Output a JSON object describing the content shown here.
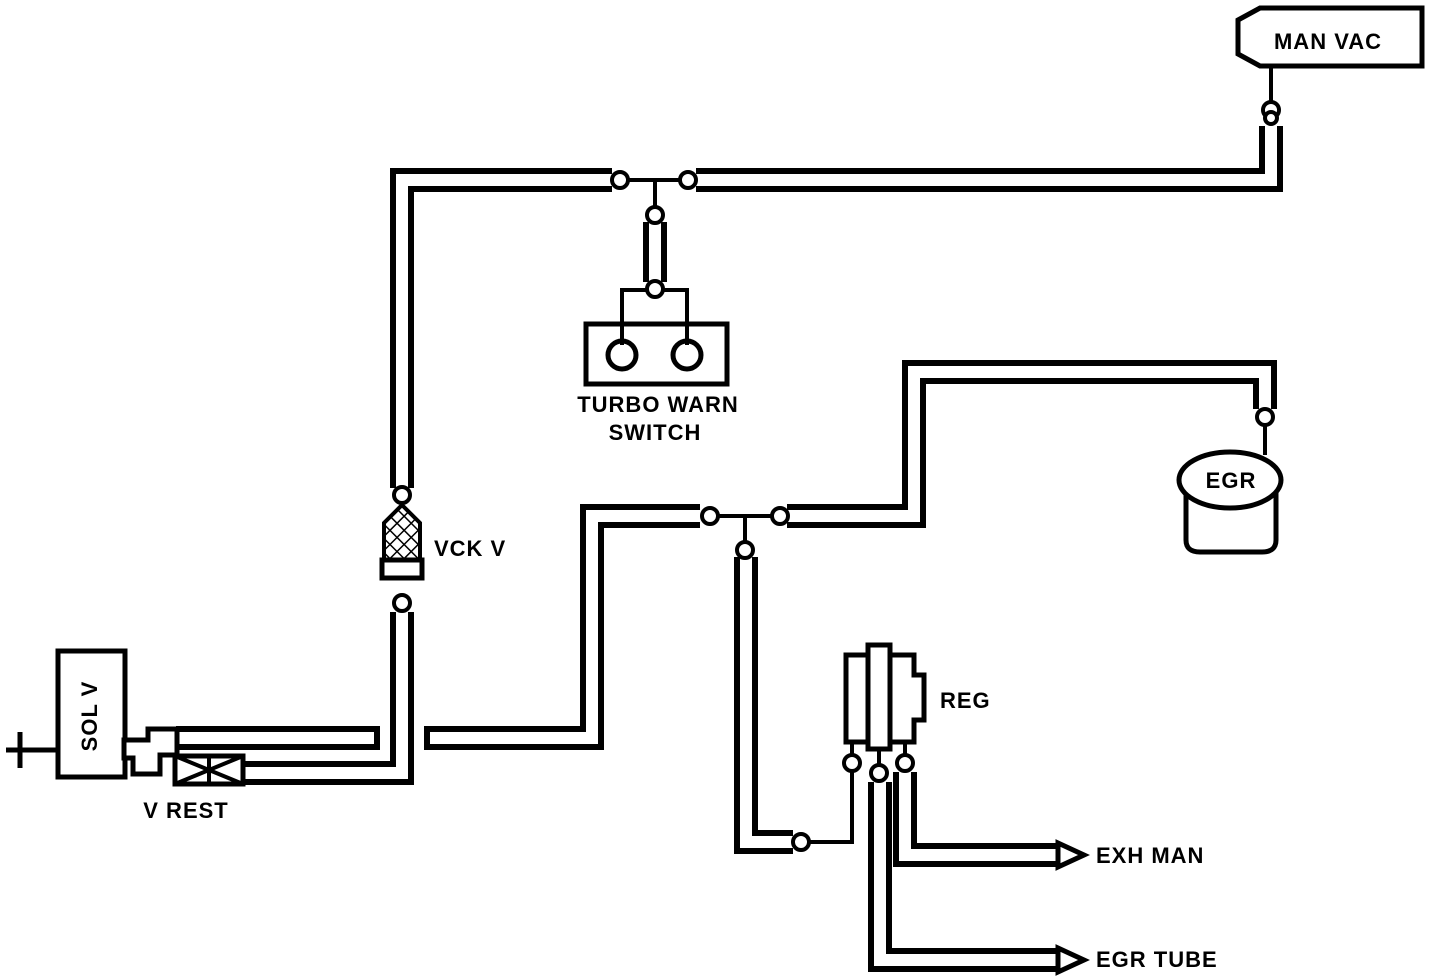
{
  "labels": {
    "man_vac": "MAN VAC",
    "turbo_warn_line1": "TURBO WARN",
    "turbo_warn_line2": "SWITCH",
    "egr": "EGR",
    "vck_v": "VCK V",
    "reg": "REG",
    "sol_v": "SOL V",
    "v_rest": "V REST",
    "exh_man": "EXH MAN",
    "egr_tube": "EGR TUBE"
  }
}
